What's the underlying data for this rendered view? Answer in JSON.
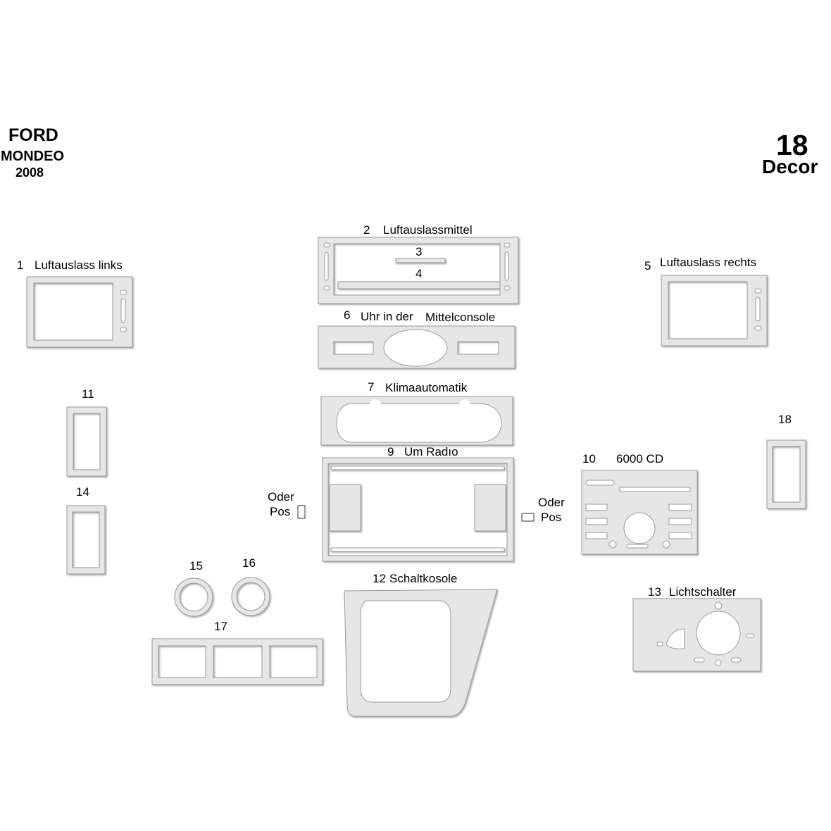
{
  "header": {
    "brand": "FORD",
    "model": "MONDEO",
    "year": "2008",
    "count": "18",
    "count_label": "Decor"
  },
  "parts": {
    "p1": {
      "num": "1",
      "name": "Luftauslass links"
    },
    "p2": {
      "num": "2",
      "name": "Luftauslassmittel"
    },
    "p3": {
      "num": "3"
    },
    "p4": {
      "num": "4"
    },
    "p5": {
      "num": "5",
      "name": "Luftauslass rechts"
    },
    "p6": {
      "num": "6",
      "name": "Uhr in der",
      "name2": "Mittelconsole"
    },
    "p7": {
      "num": "7",
      "name": "Klimaautomatik"
    },
    "p9": {
      "num": "9",
      "name": "Um Radıo"
    },
    "p10": {
      "num": "10",
      "name": "6000 CD"
    },
    "p11": {
      "num": "11"
    },
    "p12": {
      "num": "12",
      "name": "Schaltkosole"
    },
    "p13": {
      "num": "13",
      "name": "Lichtschalter"
    },
    "p14": {
      "num": "14"
    },
    "p15": {
      "num": "15"
    },
    "p16": {
      "num": "16"
    },
    "p17": {
      "num": "17"
    },
    "p18": {
      "num": "18"
    }
  },
  "notes": {
    "left_oder": "Oder",
    "left_pos": "Pos",
    "right_oder": "Oder",
    "right_pos": "Pos"
  },
  "colors": {
    "part_fill": "#e6e6e6",
    "part_edge": "#9a9a9a"
  }
}
